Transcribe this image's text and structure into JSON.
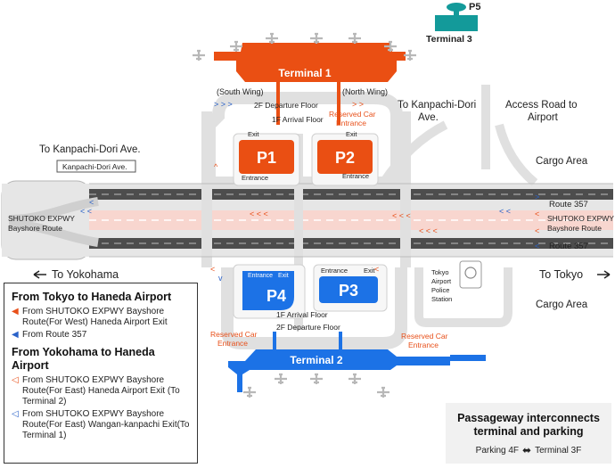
{
  "terminals": {
    "t1": "Terminal 1",
    "t2": "Terminal 2",
    "t3": "Terminal 3",
    "south_wing": "(South Wing)",
    "north_wing": "(North Wing)"
  },
  "parking": {
    "p1": "P1",
    "p2": "P2",
    "p3": "P3",
    "p4": "P4",
    "p5": "P5"
  },
  "labels": {
    "dep_floor": "2F Departure Floor",
    "arr_floor": "1F Arrival Floor",
    "reserved1": "Reserved Car",
    "reserved2": "Entrance",
    "exit": "Exit",
    "entrance": "Entrance",
    "to_kanpachi_left": "To Kanpachi-Dori Ave.",
    "kanpachi_box": "Kanpachi-Dori Ave.",
    "to_kanpachi_mid1": "To Kanpachi-Dori",
    "to_kanpachi_mid2": "Ave.",
    "access1": "Access Road to",
    "access2": "Airport",
    "cargo": "Cargo Area",
    "route357": "Route 357",
    "shutoko1": "SHUTOKO EXPWY",
    "shutoko2": "Bayshore Route",
    "to_yokohama": "To Yokohama",
    "to_tokyo": "To Tokyo",
    "police1": "Tokyo",
    "police2": "Airport",
    "police3": "Police",
    "police4": "Station"
  },
  "legend": {
    "h1": "From Tokyo to Haneda Airport",
    "i1": "From SHUTOKO EXPWY Bayshore Route(For West) Haneda Airport Exit",
    "i2": "From Route 357",
    "h2": "From Yokohama to Haneda Airport",
    "i3": "From SHUTOKO EXPWY Bayshore Route(For East) Haneda Airport Exit (To Terminal 2)",
    "i4": "From SHUTOKO EXPWY Bayshore Route(For East) Wangan-kanpachi Exit(To Terminal 1)"
  },
  "note": {
    "title": "Passageway interconnects terminal and parking",
    "left": "Parking 4F",
    "right": "Terminal 3F"
  },
  "colors": {
    "terminal1": "#ea4f13",
    "terminal2": "#1c72e6",
    "terminal3": "#139a9a",
    "road": "#e6e6e6",
    "highway": "#555555",
    "pink_lane": "#f8d6cf",
    "orange_arrow": "#e8501a",
    "blue_arrow": "#2a62c8"
  }
}
